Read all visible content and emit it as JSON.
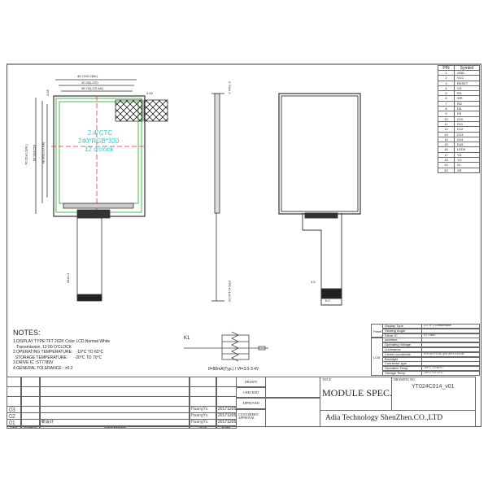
{
  "front_view": {
    "center_text": [
      "2.4\"CTC",
      "240*RGB*320",
      "12  o'clock"
    ],
    "dims": {
      "width_bl": "42.72±0.2(BL)",
      "width_lcd": "40.32(LCD)",
      "width_aa": "36.72(LCD AA)",
      "height_bl": "60.26±0.2(BL)",
      "height_lcd": "56.26(LCD)",
      "height_aa": "48.96(LCD AA)",
      "offset_right": "3.00",
      "offset_top": "3.05",
      "fpc_len": "33±0.3"
    }
  },
  "side_view": {
    "thickness_top": "2.70±0.2",
    "thickness_bottom": "FPC+0.1±0.03"
  },
  "back_view": {
    "fpc_dims": [
      "3.5",
      "6.0"
    ]
  },
  "pin_table": {
    "headers": [
      "PIN",
      "Symbol"
    ],
    "rows": [
      [
        "1",
        "GND"
      ],
      [
        "2",
        "VCC"
      ],
      [
        "3",
        "RESET"
      ],
      [
        "4",
        "CS"
      ],
      [
        "5",
        "RS"
      ],
      [
        "6",
        "WR"
      ],
      [
        "7",
        "RD"
      ],
      [
        "8",
        "D8"
      ],
      [
        "9",
        "D9"
      ],
      [
        "10",
        "D10"
      ],
      [
        "11",
        "D11"
      ],
      [
        "12",
        "D12"
      ],
      [
        "13",
        "D13"
      ],
      [
        "14",
        "D14"
      ],
      [
        "15",
        "D15"
      ],
      [
        "16",
        "LEDK"
      ],
      [
        "17",
        "YD"
      ],
      [
        "18",
        "YU"
      ],
      [
        "19",
        "XL"
      ],
      [
        "20",
        "XR"
      ]
    ]
  },
  "notes": {
    "title": "NOTES:",
    "lines": [
      "1.DISPLAY TYPE:TFT 262K Color LCD,Normal White",
      "   Transmissive, 12:00 O'CLOCK",
      "2.OPERATING TEMPERATURE:   -10°C TO 60°C",
      "  STORAGE TEMPERATURE:      -20°C TO 70°C",
      "3.DRIVE IC :ST7789V",
      "4.GENERAL TOLERANCE : ±0.2"
    ]
  },
  "backlight": {
    "label_k": "K1",
    "spec": "If=80mA(Typ.) / Vf=3.0-3.4V"
  },
  "spec_table": {
    "groups": [
      {
        "name": "Panel",
        "rows": [
          [
            "Display Type",
            "2.4\"TFT/Transmissive"
          ],
          [
            "Viewing Angle",
            ""
          ],
          [
            "Driver IC",
            "ST7789V"
          ]
        ]
      },
      {
        "name": "LCM",
        "rows": [
          [
            "Interface",
            ""
          ],
          [
            "Operating Voltage",
            ""
          ],
          [
            "Luminance",
            ""
          ],
          [
            "Center coordinate",
            "x=0.31+/-0.03, y=0.33+/-0.03 w/"
          ],
          [
            "Backlight",
            ""
          ],
          [
            "Connector type",
            ""
          ],
          [
            "Operation Temp.",
            "-10°C TO 60°C"
          ],
          [
            "Storage Temp.",
            "-20°C TO 70°C"
          ]
        ]
      }
    ]
  },
  "revision_table": {
    "headers": [
      "VER.",
      "SYMBOL",
      "AMENDMENT",
      "SIGN",
      "DATE"
    ],
    "rows": [
      [
        "",
        "",
        "",
        "",
        ""
      ],
      [
        "",
        "",
        "",
        "",
        ""
      ],
      [
        "",
        "",
        "",
        "",
        ""
      ],
      [
        "03",
        "",
        "",
        "HuangYu",
        "20171205"
      ],
      [
        "02",
        "",
        "",
        "HuangYu",
        "20171205"
      ],
      [
        "01",
        "",
        "新设计",
        "HuangYu",
        "20171205"
      ]
    ]
  },
  "title_block": {
    "drawn": "DRAWN",
    "checked": "CHECKED",
    "approved": "APPROVED",
    "customer_approval": "CUSTOMER'S APPROVAL",
    "title_label": "TITLE",
    "title": "MODULE SPEC.",
    "drawing_no_label": "DRAWING NO.",
    "drawing_no": "YT024C014_v01",
    "company": "Adia Technology ShenZhen.CO.,LTD"
  }
}
